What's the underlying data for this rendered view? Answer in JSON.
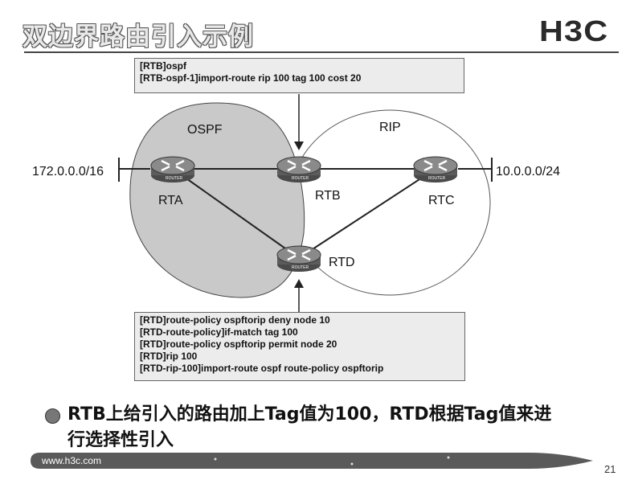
{
  "slide": {
    "title": "双边界路由引入示例",
    "logo": "H3C",
    "page_number": "21",
    "footer_url": "www.h3c.com"
  },
  "diagram": {
    "areas": {
      "ospf": "OSPF",
      "rip": "RIP"
    },
    "routers": [
      {
        "id": "rta",
        "label": "RTA"
      },
      {
        "id": "rtb",
        "label": "RTB"
      },
      {
        "id": "rtc",
        "label": "RTC"
      },
      {
        "id": "rtd",
        "label": "RTD"
      }
    ],
    "router_icon_text": "ROUTER",
    "networks": {
      "left": "172.0.0.0/16",
      "right": "10.0.0.0/24"
    },
    "config_rtb": [
      "[RTB]ospf",
      "[RTB-ospf-1]import-route rip 100 tag 100 cost 20"
    ],
    "config_rtd": [
      "[RTD]route-policy ospftorip deny node 10",
      "[RTD-route-policy]if-match tag 100",
      "[RTD]route-policy ospftorip permit node 20",
      "[RTD]rip 100",
      "[RTD-rip-100]import-route ospf route-policy ospftorip"
    ]
  },
  "bullet": "RTB上给引入的路由加上Tag值为100，RTD根据Tag值来进行选择性引入",
  "colors": {
    "ospf_area": "#c9c9c9",
    "rip_area": "#ffffff",
    "box_fill": "#ececec",
    "router": "#6f6f6f",
    "footer": "#5a5a5a"
  }
}
